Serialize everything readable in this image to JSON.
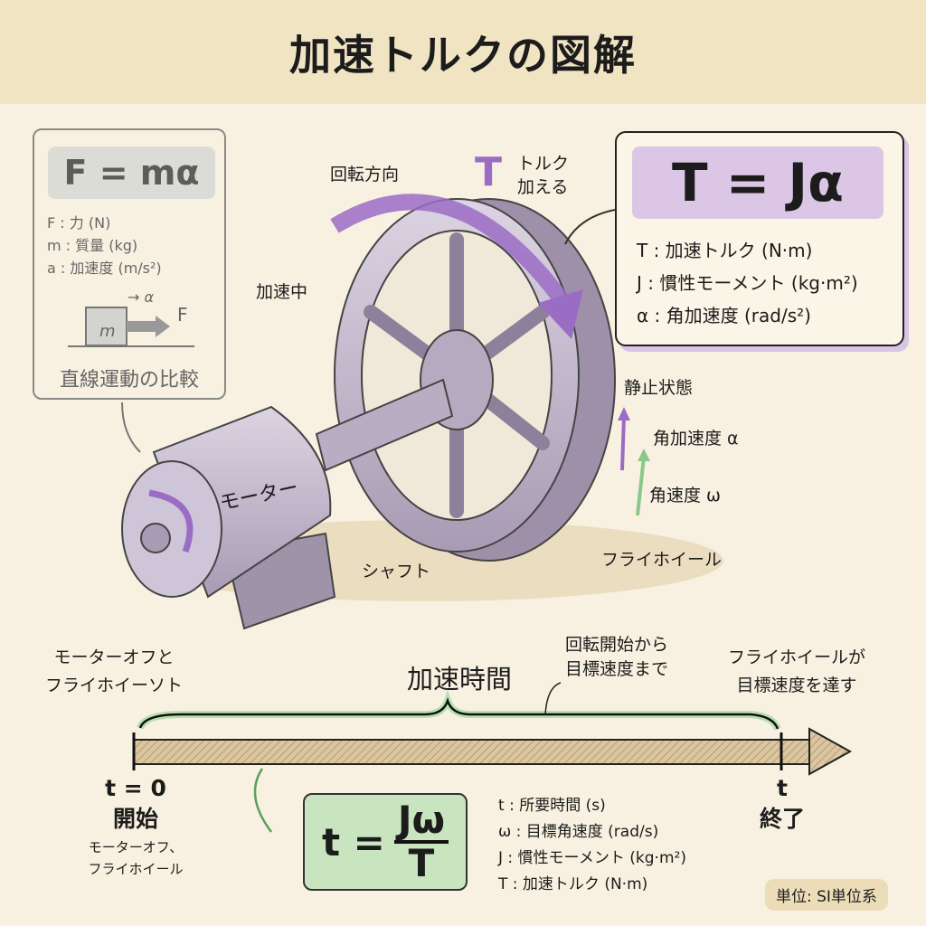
{
  "title": "加速トルクの図解",
  "linear_box": {
    "equation": "F = mα",
    "defs": [
      "F : 力 (N)",
      "m : 質量 (kg)",
      "a : 加速度 (m/s²)"
    ],
    "block_label": "m",
    "accel_label": "→ α",
    "force_label": "F",
    "caption": "直線運動の比較"
  },
  "torque_box": {
    "equation": "T = Jα",
    "defs": [
      "T : 加速トルク (N·m)",
      "J : 慣性モーメント (kg·m²)",
      "α : 角加速度 (rad/s²)"
    ]
  },
  "illustration": {
    "rotation_direction": "回転方向",
    "torque_symbol": "T",
    "torque_apply": [
      "トルク",
      "加える"
    ],
    "accelerating": "加速中",
    "rest_state": "静止状態",
    "angular_accel": "角加速度 α",
    "angular_velocity": "角速度 ω",
    "flywheel": "フライホイール",
    "shaft": "シャフト",
    "motor": "モーター"
  },
  "timeline": {
    "duration_label": "加速時間",
    "duration_note": [
      "回転開始から",
      "目標速度まで"
    ],
    "start_note": [
      "モーターオフと",
      "フライホイーソト"
    ],
    "end_note": [
      "フライホイールが",
      "目標速度を達す"
    ],
    "start_time": "t = 0",
    "start_label": "開始",
    "start_sub": [
      "モーターオフ、",
      "フライホイール"
    ],
    "end_time": "t",
    "end_label": "終了"
  },
  "time_formula": {
    "lhs": "t =",
    "numerator": "Jω",
    "denominator": "T"
  },
  "time_defs": [
    "t : 所要時間 (s)",
    "ω : 目標角速度 (rad/s)",
    "J : 慣性モーメント (kg·m²)",
    "T : 加速トルク (N·m)"
  ],
  "units_badge": "単位: SI単位系",
  "colors": {
    "purple": "#9b6cc4",
    "green": "#8cc78a",
    "title_bg": "#f1e4c3"
  }
}
